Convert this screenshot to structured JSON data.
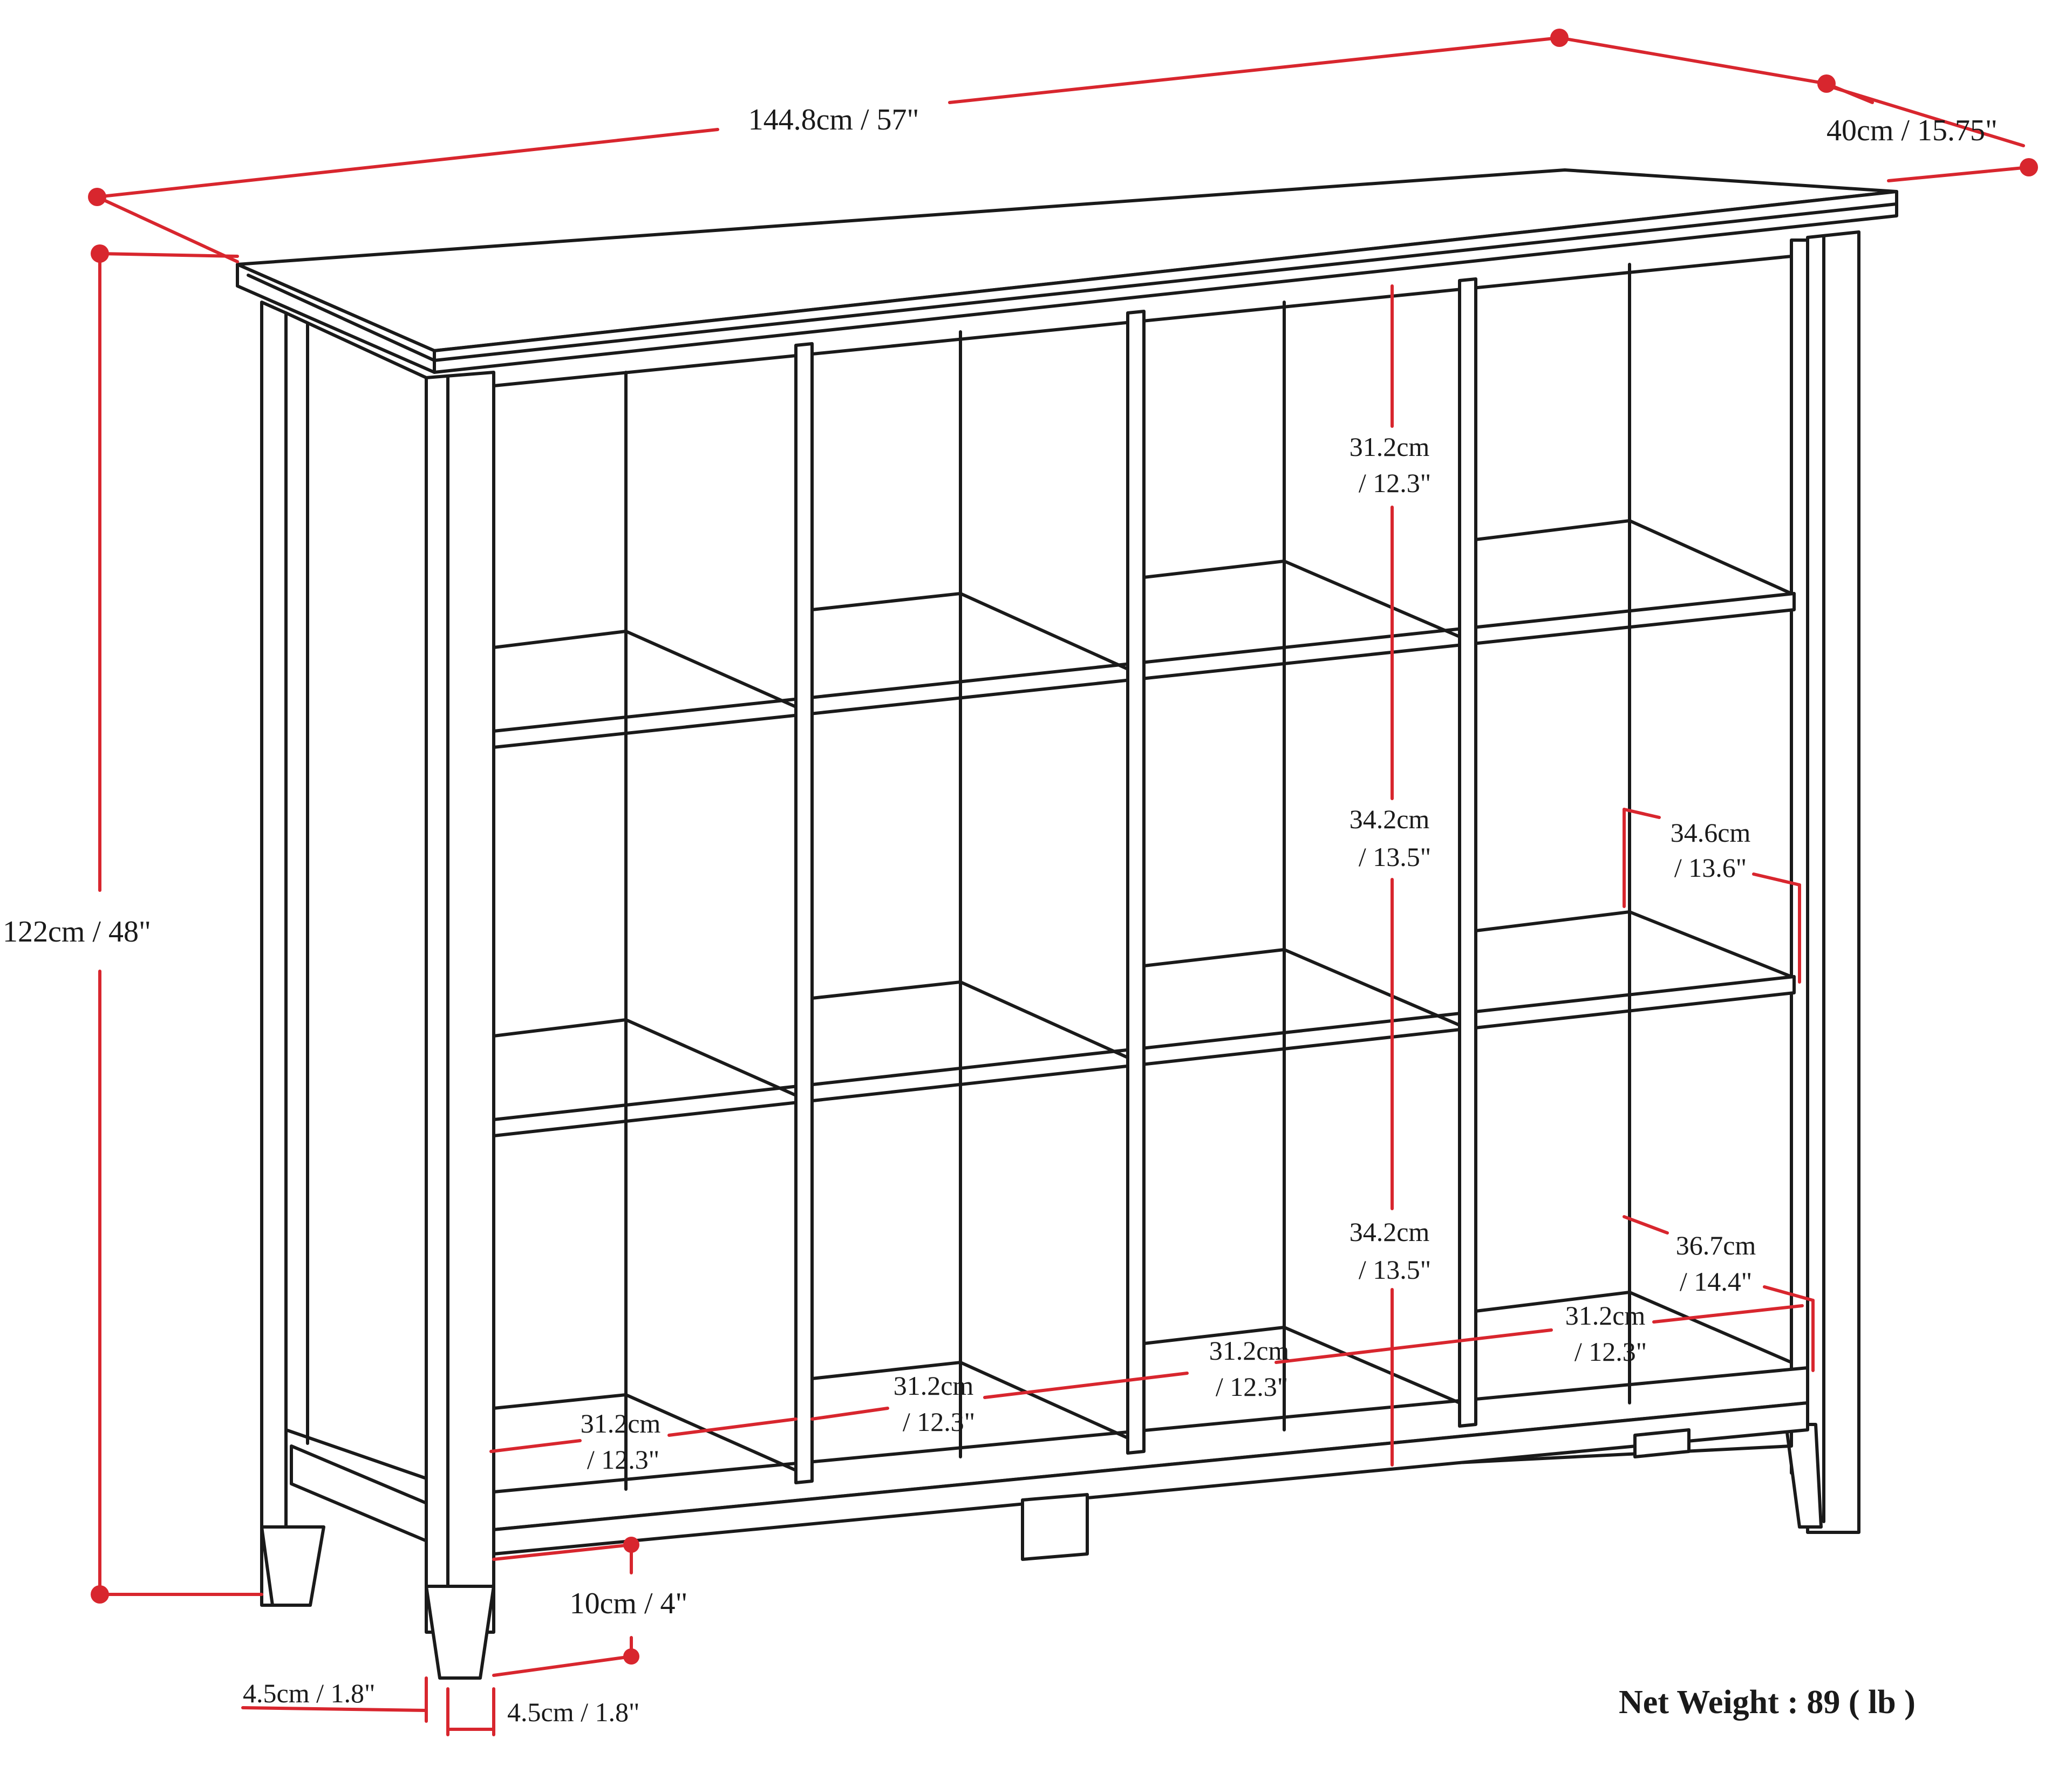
{
  "dimensions": {
    "total_width": "144.8cm / 57\"",
    "total_depth": "40cm / 15.75\"",
    "total_height": "122cm / 48\"",
    "top_cube_height": [
      "31.2cm",
      "/ 12.3\""
    ],
    "middle_cube_height": [
      "34.2cm",
      "/ 13.5\""
    ],
    "bottom_cube_height": [
      "34.2cm",
      "/ 13.5\""
    ],
    "middle_cube_depth": [
      "34.6cm",
      "/ 13.6\""
    ],
    "bottom_cube_depth": [
      "36.7cm",
      "/ 14.4\""
    ],
    "cube_widths": [
      [
        "31.2cm",
        "/ 12.3\""
      ],
      [
        "31.2cm",
        "/ 12.3\""
      ],
      [
        "31.2cm",
        "/ 12.3\""
      ],
      [
        "31.2cm",
        "/ 12.3\""
      ]
    ],
    "clearance": "10cm / 4\"",
    "leg_width": "4.5cm / 1.8\"",
    "leg_depth": "4.5cm / 1.8\""
  },
  "net_weight": "Net Weight : 89 ( lb )",
  "colors": {
    "line": "#1a1a1a",
    "dimension": "#d8262e"
  }
}
